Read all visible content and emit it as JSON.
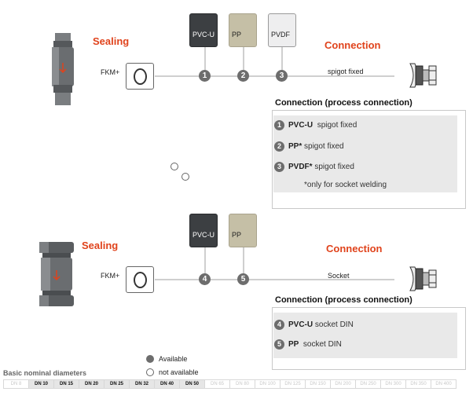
{
  "section1": {
    "sealing_title": "Sealing",
    "connection_title": "Connection",
    "seal_label": "FKM+",
    "materials": [
      {
        "label": "PVC-U",
        "num": "1"
      },
      {
        "label": "PP",
        "num": "2"
      },
      {
        "label": "PVDF",
        "num": "3"
      }
    ],
    "connection_label": "spigot fixed",
    "info": {
      "heading": "Connection (process connection)",
      "rows": [
        {
          "num": "1",
          "material": "PVC-U",
          "text": "spigot fixed"
        },
        {
          "num": "2",
          "material": "PP*",
          "text": "spigot fixed"
        },
        {
          "num": "3",
          "material": "PVDF*",
          "text": "spigot fixed"
        }
      ],
      "note": "*only for socket welding"
    }
  },
  "section2": {
    "sealing_title": "Sealing",
    "connection_title": "Connection",
    "seal_label": "FKM+",
    "materials": [
      {
        "label": "PVC-U",
        "num": "4"
      },
      {
        "label": "PP",
        "num": "5"
      }
    ],
    "connection_label": "Socket",
    "info": {
      "heading": "Connection (process connection)",
      "rows": [
        {
          "num": "4",
          "material": "PVC-U",
          "text": "socket DIN"
        },
        {
          "num": "5",
          "material": "PP",
          "text": "socket DIN"
        }
      ]
    }
  },
  "legend": {
    "available": "Available",
    "not_available": "not available",
    "available_color": "#6d6d6d"
  },
  "diameters": {
    "caption": "Basic nominal diameters",
    "items": [
      {
        "label": "DN 8",
        "available": false
      },
      {
        "label": "DN 10",
        "available": true
      },
      {
        "label": "DN 15",
        "available": true
      },
      {
        "label": "DN 20",
        "available": true
      },
      {
        "label": "DN 25",
        "available": true
      },
      {
        "label": "DN 32",
        "available": true
      },
      {
        "label": "DN 40",
        "available": true
      },
      {
        "label": "DN 50",
        "available": true
      },
      {
        "label": "DN 65",
        "available": false
      },
      {
        "label": "DN 80",
        "available": false
      },
      {
        "label": "DN 100",
        "available": false
      },
      {
        "label": "DN 125",
        "available": false
      },
      {
        "label": "DN 150",
        "available": false
      },
      {
        "label": "DN 200",
        "available": false
      },
      {
        "label": "DN 250",
        "available": false
      },
      {
        "label": "DN 300",
        "available": false
      },
      {
        "label": "DN 350",
        "available": false
      },
      {
        "label": "DN 400",
        "available": false
      }
    ]
  }
}
